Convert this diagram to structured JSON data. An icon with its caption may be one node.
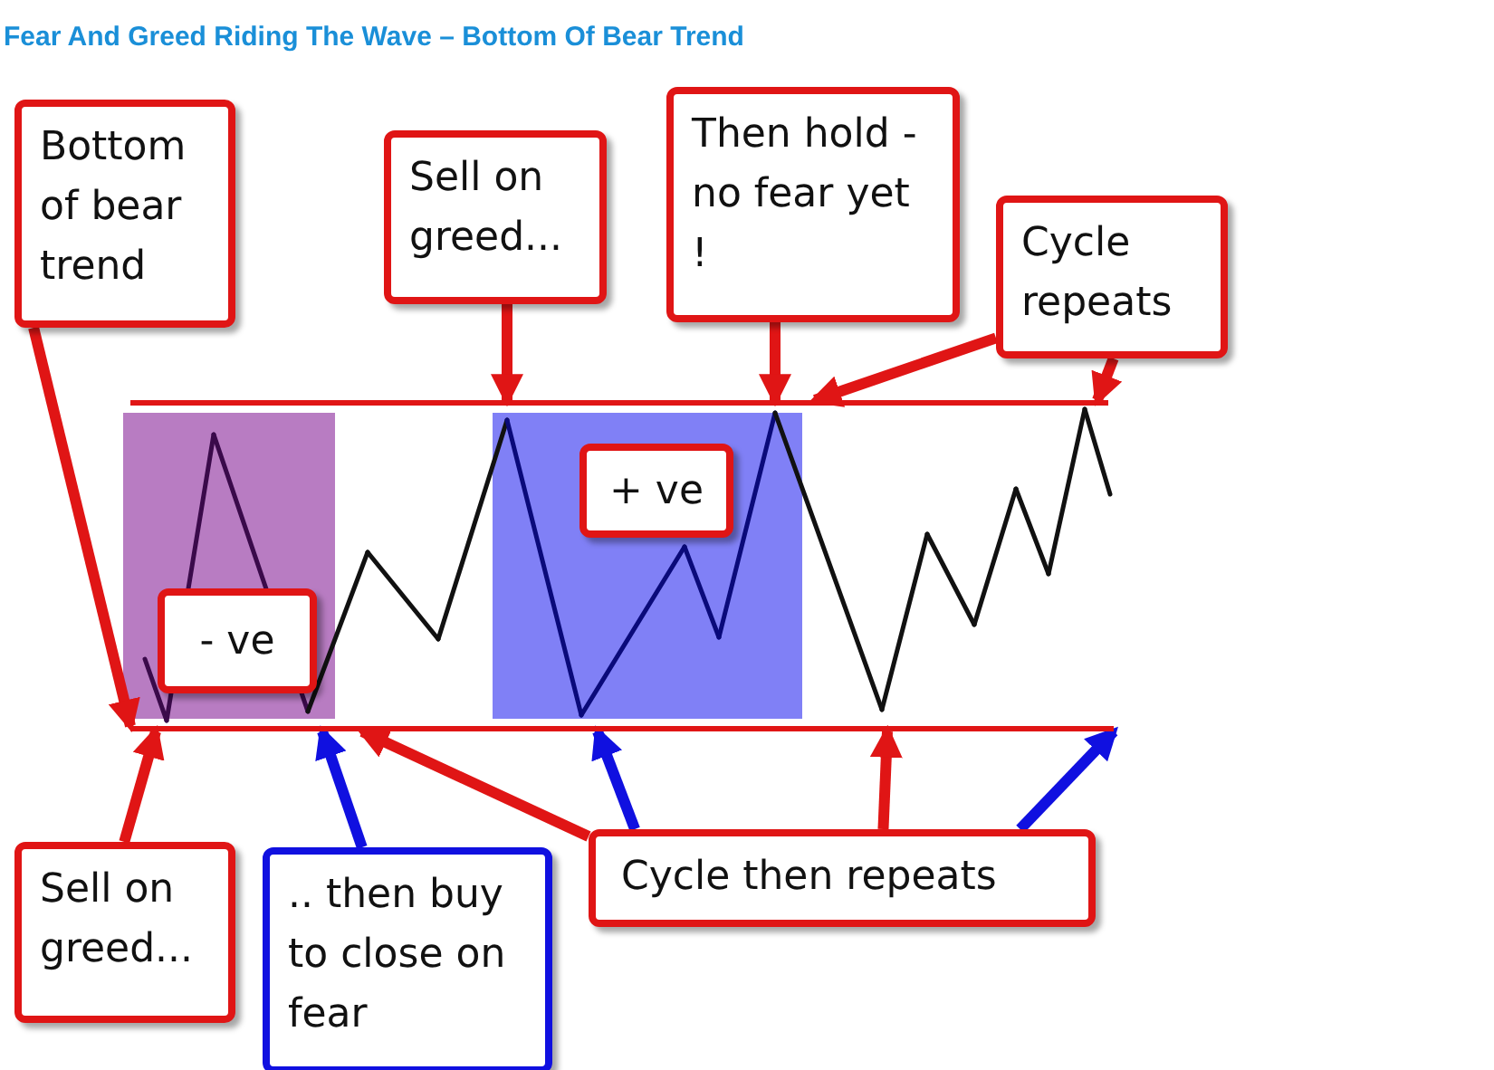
{
  "diagram": {
    "title": "Fear And Greed Riding The Wave – Bottom Of Bear Trend",
    "nodes": [
      {
        "text": [
          "Bottom of bear trend"
        ]
      },
      {
        "text": [
          "Sell on greed..."
        ]
      },
      {
        "text": [
          "Then hold - no fear yet !"
        ]
      },
      {
        "text": [
          "Cycle repeats"
        ]
      },
      {
        "text": [
          "- ve"
        ]
      },
      {
        "text": [
          "+ ve"
        ]
      },
      {
        "text": [
          "Sell on greed..."
        ]
      },
      {
        "text": [
          ".. then buy to close on fear"
        ]
      },
      {
        "text": [
          "Cycle then repeats"
        ]
      },
      {
        "text": [],
        "shape": "bar"
      },
      {
        "text": [],
        "shape": "bar"
      }
    ],
    "edges": [
      {
        "from": 0,
        "to": 10,
        "arrow": "to"
      },
      {
        "from": 1,
        "to": 9,
        "arrow": "to"
      },
      {
        "from": 2,
        "to": 9,
        "arrow": "to"
      },
      {
        "from": 3,
        "to": 9,
        "arrow": "to"
      },
      {
        "from": 3,
        "to": 9,
        "arrow": "to"
      },
      {
        "from": 6,
        "to": 10,
        "arrow": "to"
      },
      {
        "from": 7,
        "to": 10,
        "arrow": "to",
        "color": "#1010e0"
      },
      {
        "from": 8,
        "to": 10,
        "arrow": "to"
      },
      {
        "from": 8,
        "to": 10,
        "arrow": "to",
        "color": "#1010e0"
      },
      {
        "from": 8,
        "to": 10,
        "arrow": "to"
      },
      {
        "from": 8,
        "to": 10,
        "arrow": "to",
        "color": "#1010e0"
      }
    ]
  }
}
